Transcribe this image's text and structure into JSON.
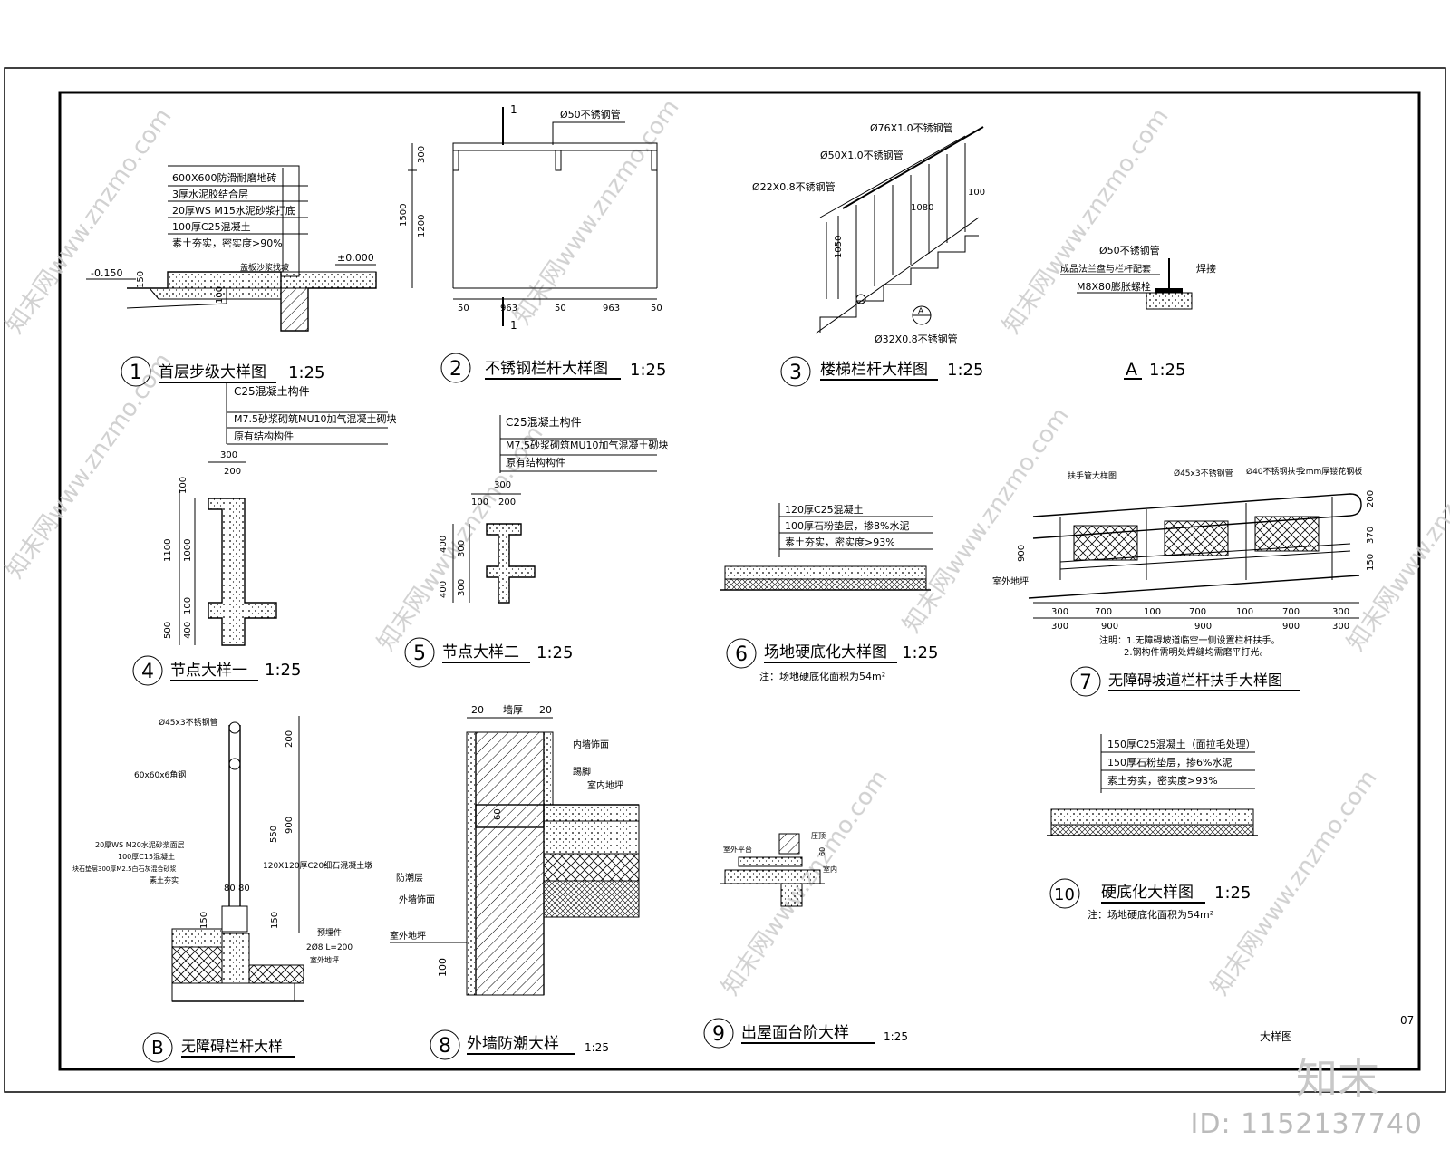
{
  "sheet": {
    "page_no": "07",
    "sheet_title": "大样图"
  },
  "details": [
    {
      "num": "1",
      "title": "首层步级大样图",
      "scale": "1:25",
      "layers": [
        "600X600防滑耐磨地砖",
        "3厚水泥胶结合层",
        "20厚WS M15水泥砂浆打底",
        "100厚C25混凝土",
        "素土夯实，密实度>90%"
      ],
      "levels": [
        "-0.150",
        "±0.000"
      ],
      "dims": [
        "150",
        "100"
      ],
      "tag": "盖板沙浆找坡"
    },
    {
      "num": "2",
      "title": "不锈钢栏杆大样图",
      "scale": "1:25",
      "pipe": "Ø50不锈钢管",
      "section": "1",
      "dims_v": [
        "300",
        "1500",
        "1200"
      ],
      "dims_h": [
        "50",
        "963",
        "50",
        "963",
        "50"
      ]
    },
    {
      "num": "3",
      "title": "楼梯栏杆大样图",
      "scale": "1:25",
      "pipes": [
        "Ø76X1.0不锈钢管",
        "Ø50X1.0不锈钢管",
        "Ø22X0.8不锈钢管",
        "Ø32X0.8不锈钢管"
      ],
      "dims": [
        "1080",
        "100",
        "1050"
      ],
      "ref": "A"
    },
    {
      "num": "A",
      "title": "",
      "scale": "1:25",
      "labels": [
        "Ø50不锈钢管",
        "成品法兰盘与栏杆配套",
        "M8X80膨胀螺栓",
        "焊接"
      ]
    },
    {
      "num": "4",
      "title": "节点大样一",
      "scale": "1:25",
      "layers": [
        "C25混凝土构件",
        "M7.5砂浆砌筑MU10加气混凝土砌块",
        "原有结构构件"
      ],
      "dims_h": [
        "300",
        "200"
      ],
      "dims_v": [
        "100",
        "1100",
        "1000",
        "100",
        "500",
        "400"
      ]
    },
    {
      "num": "5",
      "title": "节点大样二",
      "scale": "1:25",
      "layers": [
        "C25混凝土构件",
        "M7.5砂浆砌筑MU10加气混凝土砌块",
        "原有结构构件"
      ],
      "dims_h": [
        "300",
        "100",
        "200"
      ],
      "dims_v": [
        "400",
        "300",
        "400",
        "300"
      ]
    },
    {
      "num": "6",
      "title": "场地硬底化大样图",
      "scale": "1:25",
      "layers": [
        "120厚C25混凝土",
        "100厚石粉垫层，掺8%水泥",
        "素土夯实，密实度>93%"
      ],
      "note": "注：场地硬底化面积为54m²"
    },
    {
      "num": "7",
      "title": "无障碍坡道栏杆扶手大样图",
      "scale": "",
      "labels": [
        "扶手管大样图",
        "Ø45x3不锈钢管",
        "Ø40不锈钢扶手",
        "2mm厚镂花钢板",
        "室外地坪"
      ],
      "dims_h": [
        "300",
        "700",
        "100",
        "700",
        "100",
        "700",
        "300"
      ],
      "dims_h2": [
        "300",
        "900",
        "900",
        "900",
        "300"
      ],
      "dims_v": [
        "200",
        "370",
        "150",
        "900"
      ],
      "notes": [
        "注明：1.无障碍坡道临空一侧设置栏杆扶手。",
        "2.钢构件需明处焊缝均需磨平打光。"
      ]
    },
    {
      "num": "B",
      "title": "无障碍栏杆大样",
      "scale": "",
      "labels": [
        "Ø45x3不锈钢管",
        "60x60x6角钢",
        "20厚WS M20水泥砂浆面层",
        "100厚C15混凝土",
        "块石垫层300厚M2.5白石灰混合砂浆",
        "素土夯实",
        "120X120厚C20细石混凝土墩",
        "预埋件",
        "2Ø8 L=200",
        "室外地坪"
      ],
      "dims": [
        "200",
        "900",
        "550",
        "150",
        "80",
        "80",
        "150"
      ]
    },
    {
      "num": "8",
      "title": "外墙防潮大样",
      "scale": "1:25",
      "labels": [
        "墙厚",
        "内墙饰面",
        "踢脚",
        "室内地坪",
        "防潮层",
        "外墙饰面",
        "室外地坪"
      ],
      "dims": [
        "20",
        "20",
        "60",
        "100"
      ]
    },
    {
      "num": "9",
      "title": "出屋面台阶大样",
      "scale": "1:25",
      "labels": [
        "室外平台",
        "压顶",
        "室内"
      ],
      "dims": [
        "60"
      ]
    },
    {
      "num": "10",
      "title": "硬底化大样图",
      "scale": "1:25",
      "layers": [
        "150厚C25混凝土（面拉毛处理）",
        "150厚石粉垫层，掺6%水泥",
        "素土夯实，密实度>93%"
      ],
      "note": "注：场地硬底化面积为54m²"
    }
  ],
  "watermark": {
    "text": "知末网www.znzmo.com",
    "brand": "知末",
    "id": "ID: 1152137740"
  },
  "colors": {
    "line": "#000000",
    "watermark": "#cccccc"
  }
}
